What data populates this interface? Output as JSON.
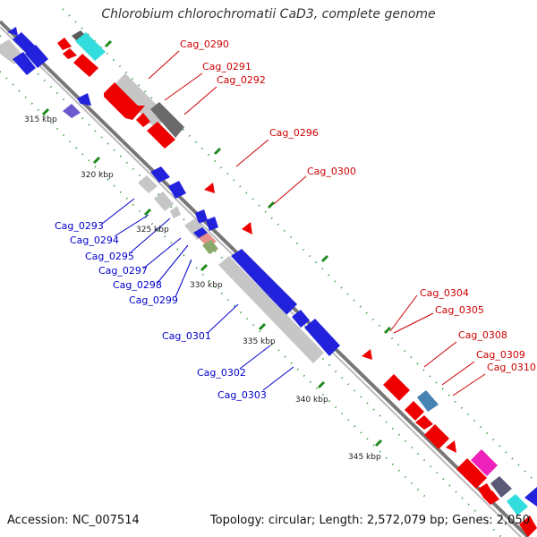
{
  "title": "Chlorobium chlorochromatii CaD3, complete genome",
  "footer": {
    "accession": "Accession: NC_007514",
    "summary": "Topology: circular; Length: 2,572,079 bp; Genes: 2,050"
  },
  "colors": {
    "forward_label": "#cc0000",
    "reverse_label": "#0000cc",
    "backbone": "#888888",
    "tick": "#228b22"
  },
  "kbp_ticks": [
    {
      "label": "315 kbp"
    },
    {
      "label": "320 kbp"
    },
    {
      "label": "325 kbp"
    },
    {
      "label": "330 kbp"
    },
    {
      "label": "335 kbp"
    },
    {
      "label": "340 kbp"
    },
    {
      "label": "345 kbp"
    }
  ],
  "gene_labels": [
    {
      "name": "Cag_0290",
      "strand": "forward"
    },
    {
      "name": "Cag_0291",
      "strand": "forward"
    },
    {
      "name": "Cag_0292",
      "strand": "forward"
    },
    {
      "name": "Cag_0296",
      "strand": "forward"
    },
    {
      "name": "Cag_0300",
      "strand": "forward"
    },
    {
      "name": "Cag_0304",
      "strand": "forward"
    },
    {
      "name": "Cag_0305",
      "strand": "forward"
    },
    {
      "name": "Cag_0308",
      "strand": "forward"
    },
    {
      "name": "Cag_0309",
      "strand": "forward"
    },
    {
      "name": "Cag_0310",
      "strand": "forward"
    },
    {
      "name": "Cag_0293",
      "strand": "reverse"
    },
    {
      "name": "Cag_0294",
      "strand": "reverse"
    },
    {
      "name": "Cag_0295",
      "strand": "reverse"
    },
    {
      "name": "Cag_0297",
      "strand": "reverse"
    },
    {
      "name": "Cag_0298",
      "strand": "reverse"
    },
    {
      "name": "Cag_0299",
      "strand": "reverse"
    },
    {
      "name": "Cag_0301",
      "strand": "reverse"
    },
    {
      "name": "Cag_0302",
      "strand": "reverse"
    },
    {
      "name": "Cag_0303",
      "strand": "reverse"
    }
  ]
}
